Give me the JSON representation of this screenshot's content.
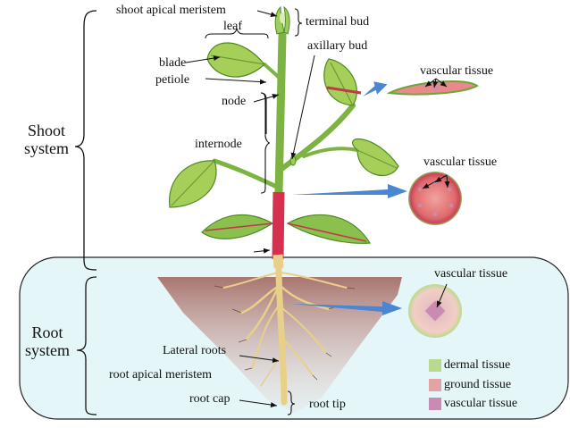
{
  "labels": {
    "shoot_apical_meristem": "shoot apical meristem",
    "terminal_bud": "terminal bud",
    "leaf": "leaf",
    "axillary_bud": "axillary bud",
    "blade": "blade",
    "petiole": "petiole",
    "node": "node",
    "internode": "internode",
    "shoot_system": "Shoot system",
    "root_system": "Root system",
    "lateral_roots": "Lateral roots",
    "root_apical_meristem": "root apical meristem",
    "root_cap": "root cap",
    "root_tip": "root tip",
    "vascular_tissue_leaf": "vascular tissue",
    "vascular_tissue_stem": "vascular tissue",
    "vascular_tissue_root": "vascular tissue"
  },
  "shoot_system_lines": [
    "Shoot",
    "system"
  ],
  "root_system_lines": [
    "Root",
    "system"
  ],
  "legend": [
    {
      "label": "dermal tissue",
      "color": "#b9d98f"
    },
    {
      "label": "ground tissue",
      "color": "#e3a3a6"
    },
    {
      "label": "vascular tissue",
      "color": "#c98bb3"
    }
  ],
  "colors": {
    "stem_green": "#7cb342",
    "stem_red": "#d6304f",
    "leaf_green": "#a6cf5a",
    "leaf_dark": "#4e8a22",
    "soil": "#b8837e",
    "root_box_fill": "#e5f6f8",
    "arrow_blue": "#4a86d1"
  }
}
